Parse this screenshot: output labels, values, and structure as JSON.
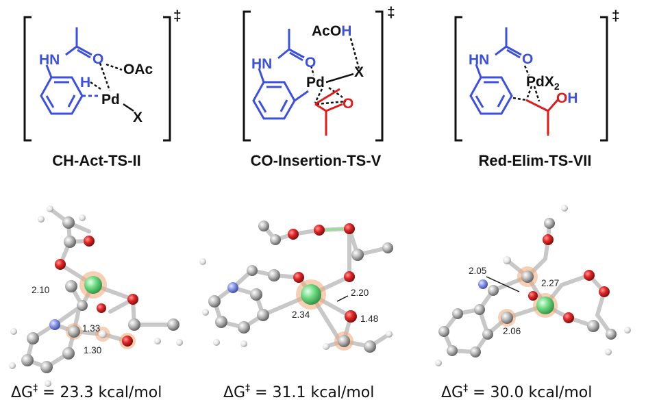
{
  "colors": {
    "blue": "#3b4fe0",
    "red": "#e01b1b",
    "black": "#111111",
    "pd": "#6fdc84",
    "carbon": "#a9a9a9",
    "oxygen": "#d42020",
    "nitrogen": "#7f8fe6",
    "hydrogen": "#e8e8e8",
    "highlight": "#f1a877"
  },
  "panels": [
    {
      "label": "CH-Act-TS-II",
      "dagger": "‡",
      "atoms": {
        "hn": "HN",
        "o": "O",
        "h": "H",
        "oac": "OAc",
        "pd": "Pd",
        "x": "X"
      },
      "distances": [
        "2.10",
        "1.33",
        "1.30"
      ],
      "energy": {
        "prefix": "ΔG",
        "sup": "‡",
        "value": " = 23.3 kcal/mol"
      }
    },
    {
      "label": "CO-Insertion-TS-V",
      "dagger": "‡",
      "atoms": {
        "acoh_a": "AcO",
        "acoh_h": "H",
        "hn": "HN",
        "o": "O",
        "pd": "Pd",
        "x": "X",
        "o2": "O"
      },
      "distances": [
        "2.20",
        "2.34",
        "1.48"
      ],
      "energy": {
        "prefix": "ΔG",
        "sup": "‡",
        "value": " = 31.1 kcal/mol"
      }
    },
    {
      "label": "Red-Elim-TS-VII",
      "dagger": "‡",
      "atoms": {
        "hn": "HN",
        "o": "O",
        "pdx": "PdX",
        "sub2": "2",
        "oh_o": "O",
        "oh_h": "H"
      },
      "distances": [
        "2.05",
        "2.27",
        "2.06"
      ],
      "energy": {
        "prefix": "ΔG",
        "sup": "‡",
        "value": " = 30.0 kcal/mol"
      }
    }
  ]
}
